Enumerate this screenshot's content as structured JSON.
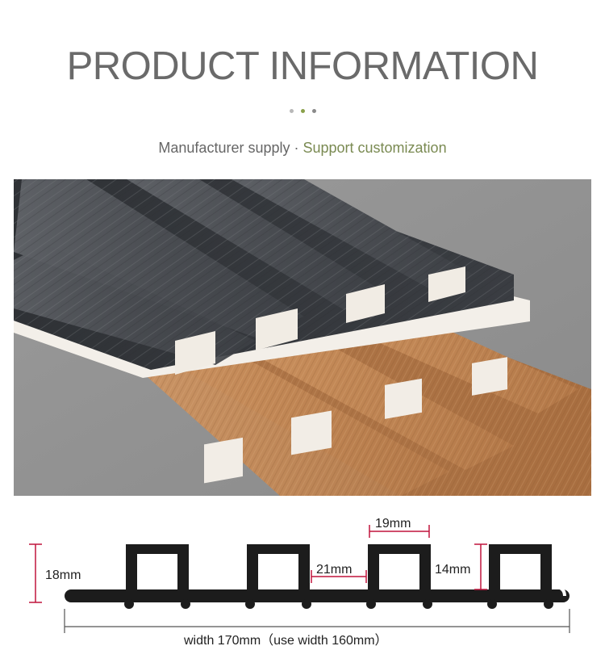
{
  "header": {
    "title": "PRODUCT INFORMATION",
    "subtitle_left": "Manufacturer supply · ",
    "subtitle_right": "Support customization"
  },
  "colors": {
    "title": "#6a6a6a",
    "accent": "#7a8a52",
    "dimension_marker": "#c0143c",
    "profile": "#1c1c1c"
  },
  "dimensions": {
    "height_total": "18mm",
    "gap_width": "21mm",
    "rib_width": "19mm",
    "rib_height": "14mm",
    "total_width": "width 170mm（use width 160mm）"
  }
}
